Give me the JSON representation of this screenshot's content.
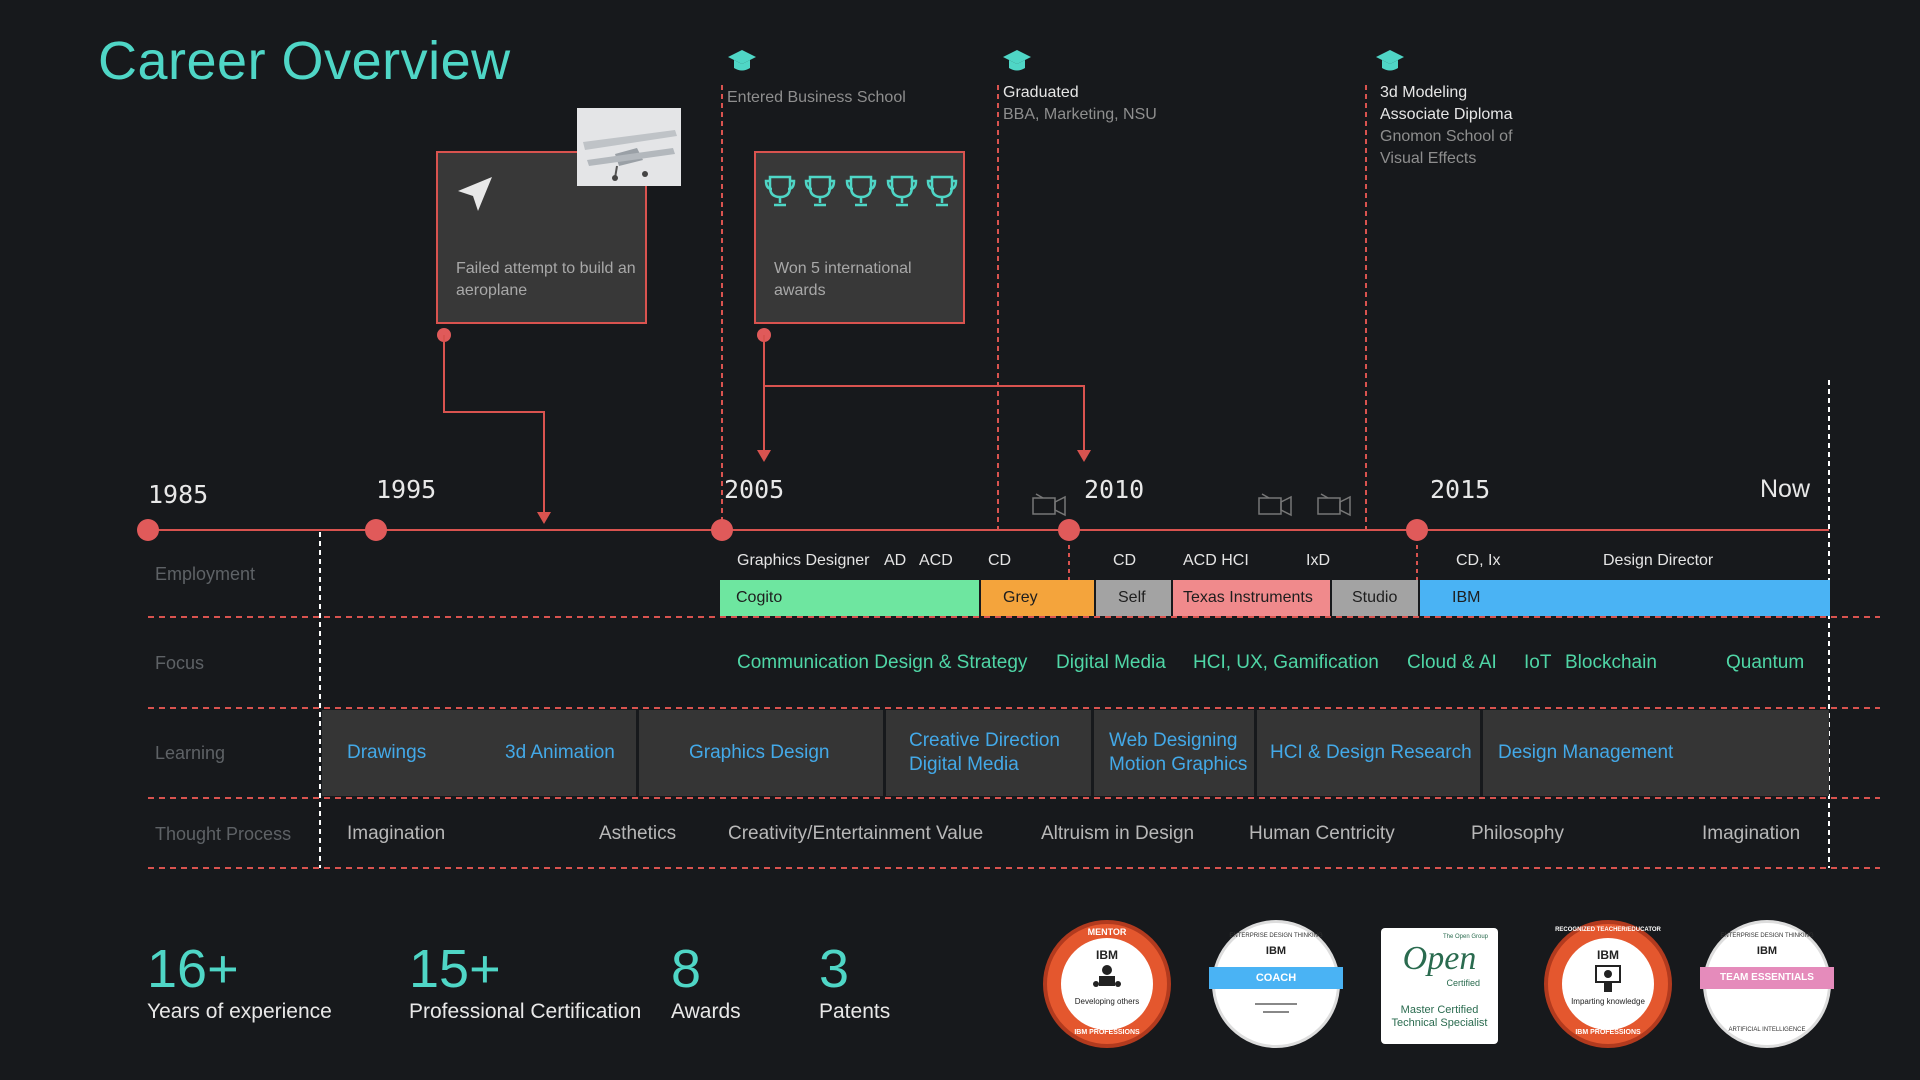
{
  "title": "Career Overview",
  "milestones": [
    {
      "heading": "",
      "lines": [
        "Entered Business School"
      ]
    },
    {
      "heading": "Graduated",
      "lines": [
        "BBA, Marketing, NSU"
      ]
    },
    {
      "heading": "3d Modeling\nAssociate Diploma",
      "lines": [
        "Gnomon School of",
        "Visual Effects"
      ]
    }
  ],
  "cards": [
    {
      "text": "Failed attempt to build an aeroplane"
    },
    {
      "text": "Won 5 international awards"
    }
  ],
  "years": [
    "1985",
    "1995",
    "2005",
    "2010",
    "2015",
    "Now"
  ],
  "rows": {
    "employment": "Employment",
    "focus": "Focus",
    "learning": "Learning",
    "thought": "Thought Process"
  },
  "employment_titles": [
    "Graphics Designer",
    "AD",
    "ACD",
    "CD",
    "CD",
    "ACD HCI",
    "IxD",
    "CD, Ix",
    "Design Director"
  ],
  "employers": [
    {
      "name": "Cogito",
      "color": "#6ee6a0"
    },
    {
      "name": "Grey",
      "color": "#f4a43c"
    },
    {
      "name": "Self",
      "color": "#a3a3a3"
    },
    {
      "name": "Texas Instruments",
      "color": "#f08a8c"
    },
    {
      "name": "Studio",
      "color": "#a3a3a3"
    },
    {
      "name": "IBM",
      "color": "#4ab3f4"
    }
  ],
  "focus": [
    "Communication Design & Strategy",
    "Digital Media",
    "HCI, UX, Gamification",
    "Cloud & AI",
    "IoT",
    "Blockchain",
    "Quantum"
  ],
  "learning": [
    "Drawings",
    "3d Animation",
    "Graphics Design",
    "Creative Direction\nDigital Media",
    "Web Designing\nMotion Graphics",
    "HCI & Design Research",
    "Design Management"
  ],
  "thought": [
    "Imagination",
    "Asthetics",
    "Creativity/Entertainment Value",
    "Altruism in Design",
    "Human Centricity",
    "Philosophy",
    "Imagination"
  ],
  "stats": [
    {
      "num": "16+",
      "label": "Years of experience"
    },
    {
      "num": "15+",
      "label": "Professional Certification"
    },
    {
      "num": "8",
      "label": "Awards"
    },
    {
      "num": "3",
      "label": "Patents"
    }
  ],
  "badges": [
    {
      "top": "MENTOR",
      "brand": "IBM",
      "sub": "Developing others",
      "bottom": "IBM PROFESSIONS"
    },
    {
      "brand": "IBM",
      "ribbon": "COACH",
      "arc": "ENTERPRISE DESIGN THINKING"
    },
    {
      "brand": "The Open Group",
      "logo": "Open",
      "sub1": "Certified",
      "sub2": "Master Certified Technical Specialist"
    },
    {
      "top": "RECOGNIZED TEACHER/EDUCATOR",
      "brand": "IBM",
      "sub": "Imparting knowledge",
      "bottom": "IBM PROFESSIONS"
    },
    {
      "brand": "IBM",
      "ribbon": "TEAM ESSENTIALS",
      "arc": "ENTERPRISE DESIGN THINKING",
      "arc2": "ARTIFICIAL INTELLIGENCE"
    }
  ],
  "colors": {
    "accent": "#4fd6c6",
    "timeline": "#d9534f",
    "focus": "#4fd6a6",
    "learning": "#43a9e8"
  }
}
